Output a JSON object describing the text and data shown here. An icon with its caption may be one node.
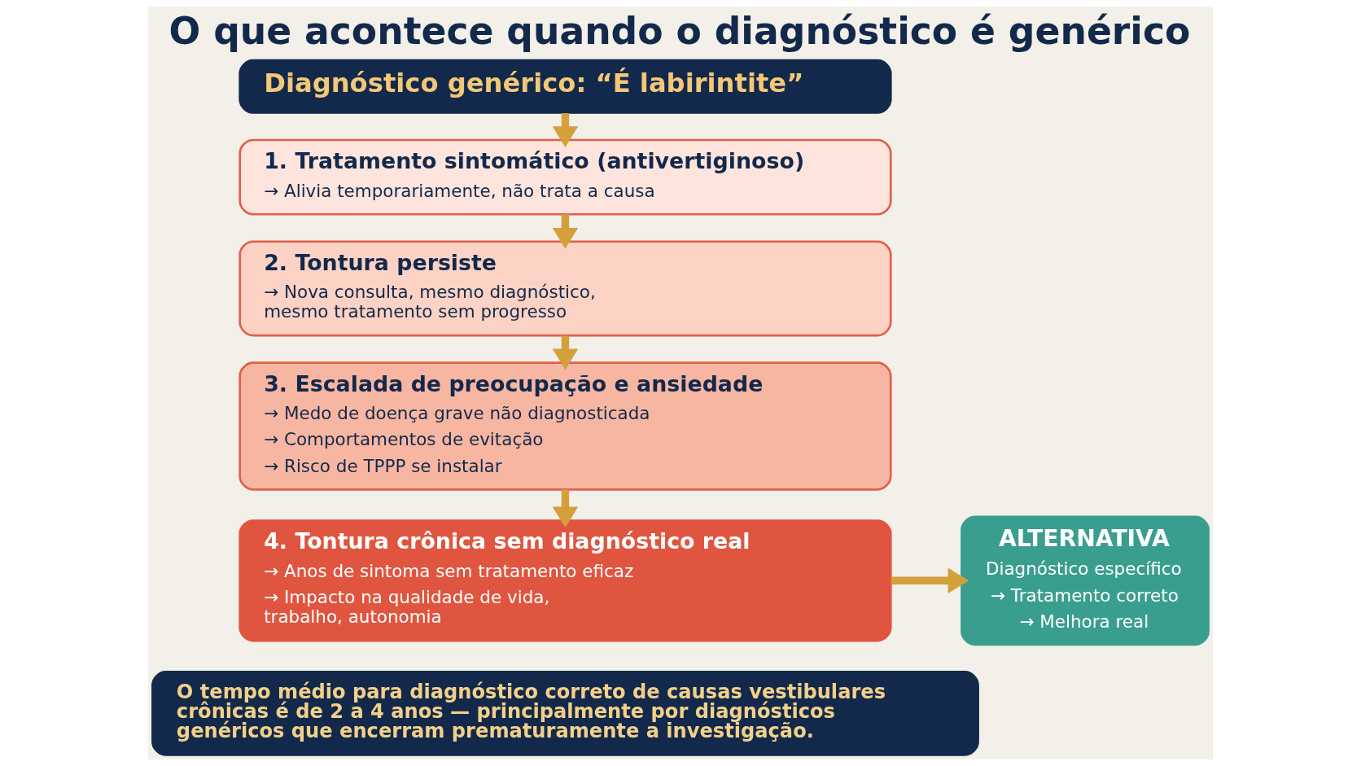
{
  "diagram": {
    "title": "O que acontece quando o diagnóstico é genérico",
    "nodes": [
      {
        "text": [
          "Diagnóstico genérico: “É labirintite”"
        ]
      },
      {
        "text": [
          "1. Tratamento sintomático (antivertiginoso)",
          "→ Alivia temporariamente, não trata a causa"
        ]
      },
      {
        "text": [
          "2. Tontura persiste",
          "→ Nova consulta, mesmo diagnóstico, mesmo tratamento sem progresso"
        ]
      },
      {
        "text": [
          "3. Escalada de preocupação e ansiedade",
          "→ Medo de doença grave não diagnosticada",
          "→ Comportamentos de evitação",
          "→ Risco de TPPP se instalar"
        ]
      },
      {
        "text": [
          "4. Tontura crônica sem diagnóstico real",
          "→ Anos de sintoma sem tratamento eficaz",
          "→ Impacto na qualidade de vida, trabalho, autonomia"
        ]
      },
      {
        "text": [
          "ALTERNATIVA",
          "Diagnóstico específico",
          "→ Tratamento correto",
          "→ Melhora real"
        ]
      },
      {
        "text": [
          "O tempo médio para diagnóstico correto de causas vestibulares crônicas é de 2 a 4 anos — principalmente por diagnósticos genéricos que encerram prematuramente a investigação."
        ]
      }
    ],
    "edges": [
      {
        "from": 0,
        "to": 1,
        "arrow": "to"
      },
      {
        "from": 1,
        "to": 2,
        "arrow": "to"
      },
      {
        "from": 2,
        "to": 3,
        "arrow": "to"
      },
      {
        "from": 3,
        "to": 4,
        "arrow": "to"
      },
      {
        "from": 4,
        "to": 5,
        "arrow": "to"
      }
    ]
  }
}
